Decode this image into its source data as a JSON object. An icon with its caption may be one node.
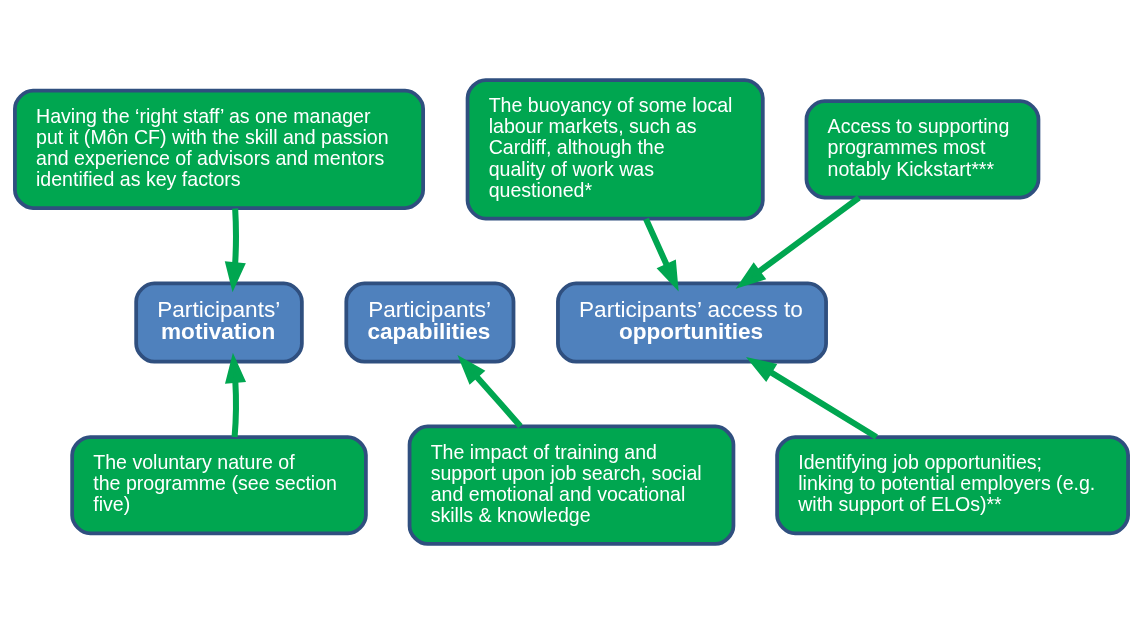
{
  "diagram": {
    "nodes": [
      {
        "text": [
          "Having the ‘right staff’ as one manager put it (Môn CF) with the skill and passion and experience of advisors and mentors identified as key factors"
        ]
      },
      {
        "text": [
          "The buoyancy of some local labour markets, such as Cardiff, although the quality of work was questioned*"
        ]
      },
      {
        "text": [
          "Access to supporting programmes most notably Kickstart***"
        ]
      },
      {
        "text": [
          "Participants’",
          "motivation"
        ]
      },
      {
        "text": [
          "Participants’",
          "capabilities"
        ]
      },
      {
        "text": [
          "Participants’ access to",
          "opportunities"
        ]
      },
      {
        "text": [
          "The voluntary nature of the programme (see section five)"
        ]
      },
      {
        "text": [
          "The impact of training and support upon job search, social and emotional and vocational skills & knowledge"
        ]
      },
      {
        "text": [
          "Identifying job opportunities; linking to potential employers (e.g. with support of ELOs)**"
        ]
      }
    ],
    "edges": [
      {
        "from": 0,
        "to": 3,
        "arrow": "to"
      },
      {
        "from": 1,
        "to": 5,
        "arrow": "to"
      },
      {
        "from": 2,
        "to": 5,
        "arrow": "to"
      },
      {
        "from": 6,
        "to": 3,
        "arrow": "to"
      },
      {
        "from": 7,
        "to": 4,
        "arrow": "to"
      },
      {
        "from": 8,
        "to": 5,
        "arrow": "to"
      }
    ]
  }
}
